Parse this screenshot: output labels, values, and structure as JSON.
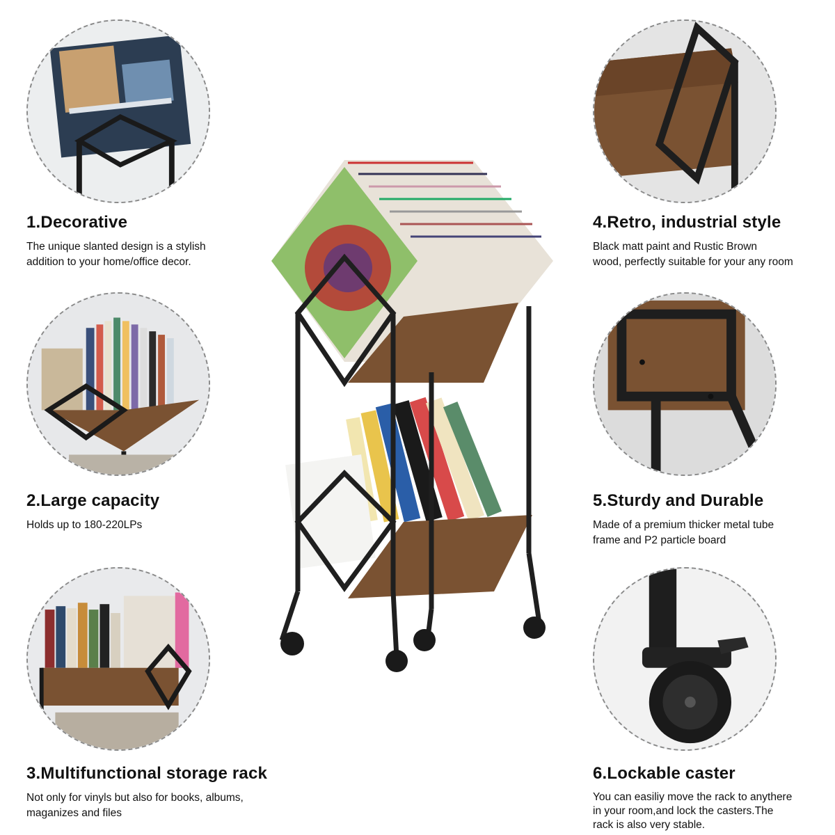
{
  "features": [
    {
      "title": "1.Decorative",
      "lines": [
        "The unique slanted design is a stylish",
        "addition to your home/office decor."
      ]
    },
    {
      "title": "2.Large capacity",
      "lines": [
        "Holds up to 180-220LPs"
      ]
    },
    {
      "title": "3.Multifunctional storage rack",
      "lines": [
        "Not only for vinyls but also for books, albums,",
        "maganizes and files"
      ]
    },
    {
      "title": "4.Retro, industrial style",
      "lines": [
        "Black matt paint and Rustic Brown",
        "wood, perfectly suitable for your any room"
      ]
    },
    {
      "title": "5.Sturdy and Durable",
      "lines": [
        "Made of a premium thicker metal tube",
        "frame and P2 particle board"
      ]
    },
    {
      "title": "6.Lockable caster",
      "lines": [
        "You can easiliy move the rack to anythere",
        "in your room,and lock the casters.The",
        "rack is also very stable."
      ]
    }
  ],
  "colors": {
    "wood": "#7a5232",
    "metal": "#1f1f1f",
    "record_green": "#8fbf6a",
    "background": "#ffffff"
  }
}
